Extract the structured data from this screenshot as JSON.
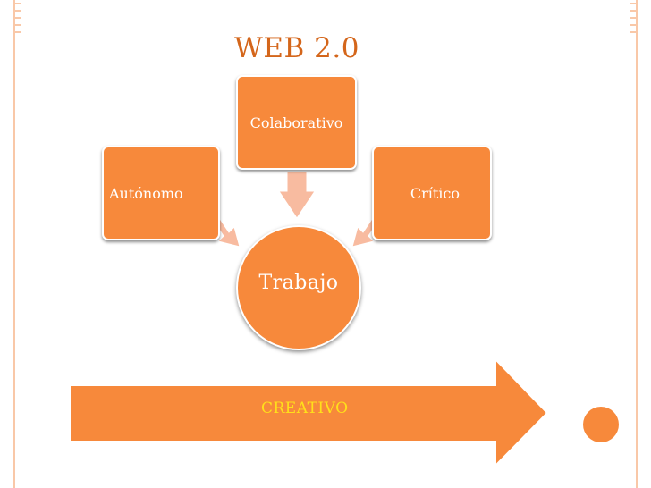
{
  "title": "WEB 2.0",
  "nodes": {
    "colaborativo": "Colaborativo",
    "autonomo": "Autónomo",
    "critico": "Crítico",
    "center": "Trabajo"
  },
  "banner": {
    "label": "CREATIVO"
  },
  "colors": {
    "accent": "#F7893B",
    "title": "#D4661B",
    "banner_text": "#FFE01A",
    "frame": "#F9C8A8",
    "arrow_light": "#F8BBA0"
  }
}
